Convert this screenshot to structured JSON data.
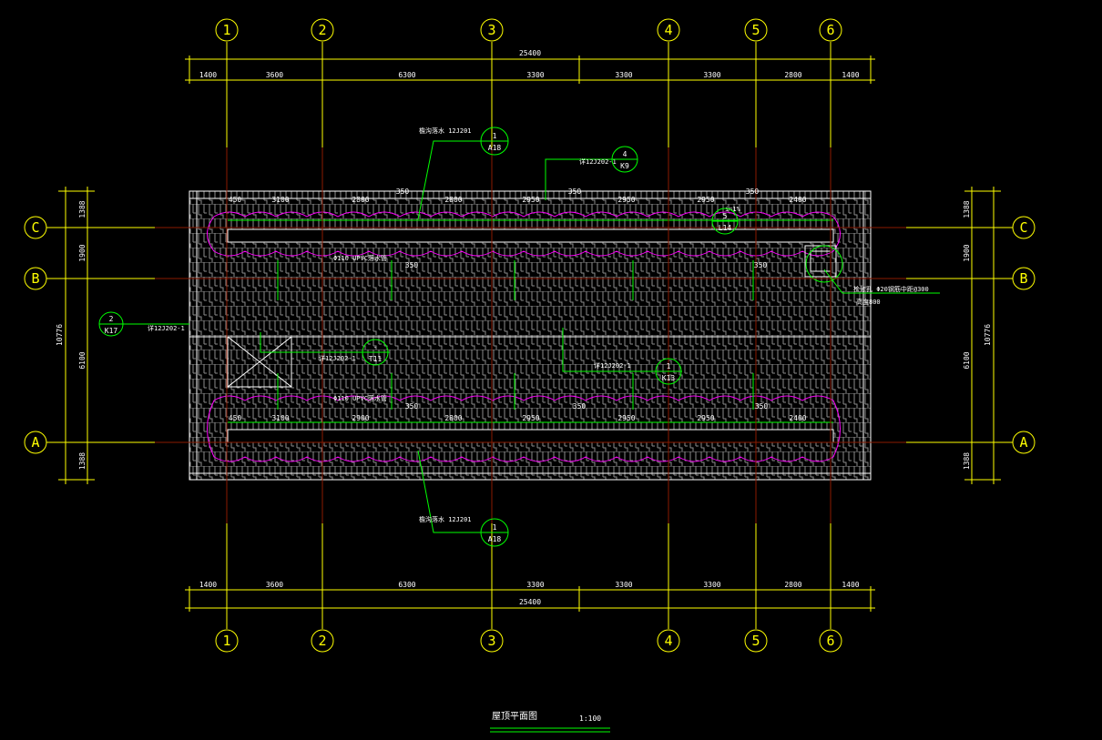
{
  "drawing": {
    "title": "屋顶平面图",
    "scale": "1:100",
    "colors": {
      "axis": "#ffff00",
      "outline": "#ffffff",
      "tile": "#8c8c8c",
      "annotation": "#00ff00",
      "gutter_cloud": "#ff00ff",
      "centerline": "#8b1a00"
    }
  },
  "axes": {
    "columns": [
      "1",
      "2",
      "3",
      "4",
      "5",
      "6"
    ],
    "rows": [
      "C",
      "B",
      "A"
    ]
  },
  "dimensions": {
    "horizontal_total": "25400",
    "horizontal_segments": [
      "1400",
      "3600",
      "6300",
      "3300",
      "3300",
      "3300",
      "2800",
      "1400"
    ],
    "vertical_total": "10776",
    "vertical_segments": [
      "1388",
      "1900",
      "6100",
      "1388"
    ],
    "gutter_top": [
      "450",
      "3100",
      "2800",
      "2800",
      "2950",
      "2950",
      "2950",
      "2400"
    ],
    "gutter_bottom": [
      "450",
      "3100",
      "2900",
      "2800",
      "2950",
      "2950",
      "2950",
      "2400"
    ],
    "offsets": [
      "350",
      "350",
      "350",
      "350",
      "350",
      "350",
      "350",
      "350"
    ]
  },
  "annotations": {
    "downpipe": "Φ110 UPVC落水管",
    "gutter_ref": "檐沟落水 12J201",
    "note_k9": "详12J202-1",
    "note_k17": "详12J202-1",
    "note_t11": "详12J202-1",
    "note_k13": "详12J202-1",
    "hatch_note1": "检修孔 Φ20钢筋中距@300",
    "hatch_note2": "高度800",
    "slope": "i=1%"
  },
  "callouts": [
    {
      "top": "1",
      "bottom": "A18"
    },
    {
      "top": "4",
      "bottom": "K9"
    },
    {
      "top": "2",
      "bottom": "K17"
    },
    {
      "top": "-",
      "bottom": "T11"
    },
    {
      "top": "1",
      "bottom": "K13"
    },
    {
      "top": "5",
      "bottom": "L14"
    },
    {
      "top": "1",
      "bottom": "A18"
    }
  ]
}
